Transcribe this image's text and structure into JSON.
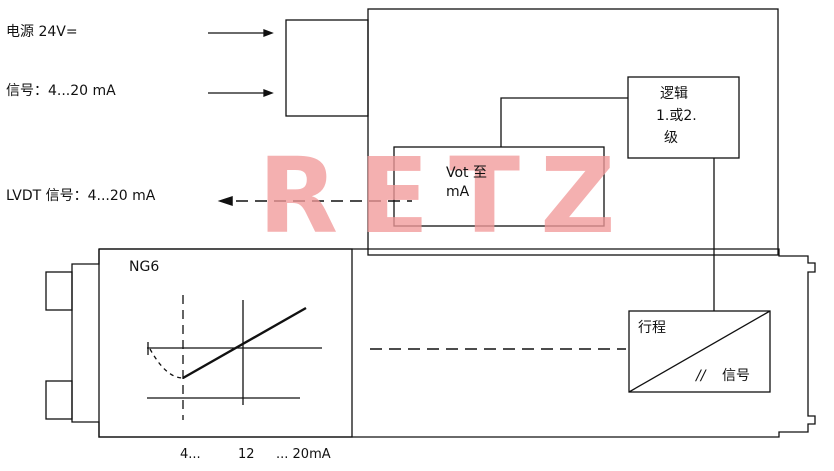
{
  "inputs": {
    "power": "电源  24V=",
    "signal": "信号：4...20 mA",
    "lvdt": "LVDT 信号：4...20 mA"
  },
  "blocks": {
    "logic": {
      "line1": "逻辑",
      "line2": "1.或2.",
      "line3": "级"
    },
    "converter": {
      "line1": "Vot 至",
      "line2": "mA"
    },
    "valve": "NG6",
    "stroke": {
      "title": "行程",
      "signal_mark": "//",
      "signal": "信号"
    }
  },
  "axis_labels": {
    "low": "4...",
    "mid": "12",
    "high": "...  20mA"
  },
  "watermark": "RETZ",
  "colors": {
    "line": "#111111",
    "watermark": "#f29a9a"
  }
}
